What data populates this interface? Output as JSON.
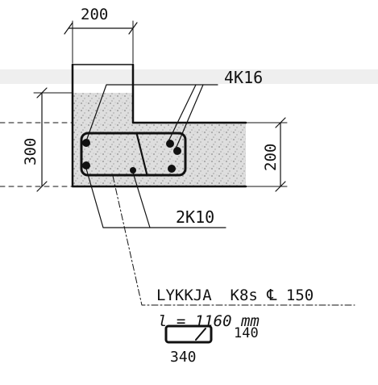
{
  "drawing": {
    "dimensions": {
      "web_width": "200",
      "total_height": "300",
      "slab_thickness": "200",
      "stirrup_shape_width": "340",
      "stirrup_shape_height": "140"
    },
    "labels": {
      "top_bars": "4K16",
      "bottom_bars": "2K10",
      "stirrups": "LYKKJA  K8s ℄ 150",
      "stirrup_length": "l = 1160 mm"
    },
    "colors": {
      "ink": "#111111",
      "paper": "#ffffff",
      "concrete_shade": "#c8c8c8"
    }
  }
}
